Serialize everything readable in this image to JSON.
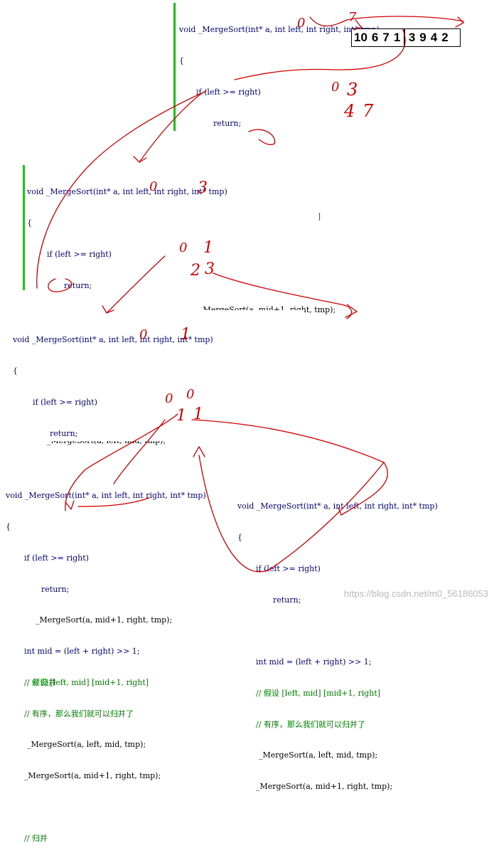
{
  "code": {
    "signature": "void _MergeSort(int* a, int left, int right, int* tmp)",
    "open_brace": "{",
    "if_line": "if (left >= right)",
    "return_line": "return;",
    "mid_line": "int mid = (left + right) >> 1;",
    "comment_assume": "// 假设 [left, mid] [mid+1, right]",
    "comment_ordered": "// 有序，那么我们就可以归并了",
    "call_left": "_MergeSort(a, left, mid, tmp);",
    "call_right": "_MergeSort(a, mid+1, right, tmp);",
    "comment_merge": "// 归并"
  },
  "array": [
    "10",
    "6",
    "7",
    "1",
    "3",
    "9",
    "4",
    "2"
  ],
  "annotations": {
    "p1_range_a": "0",
    "p1_range_b": "7",
    "p1_left": "0",
    "p1_mid": "3",
    "p1_right_a": "4",
    "p1_right_b": "7",
    "p2_left": "0",
    "p2_right": "3",
    "p2_l1": "0",
    "p2_l2": "1",
    "p2_r1": "2",
    "p2_r2": "3",
    "p3_left": "0",
    "p3_right": "1",
    "p3_l1": "0",
    "p3_l2": "0",
    "p3_r1": "1",
    "p3_r2": "1"
  },
  "watermark": "https://blog.csdn.net/m0_56186053",
  "colors": {
    "keyword": "#0000ff",
    "comment": "#008000",
    "text": "#000080",
    "ink": "#d00000",
    "gutter": "#2db82d"
  }
}
